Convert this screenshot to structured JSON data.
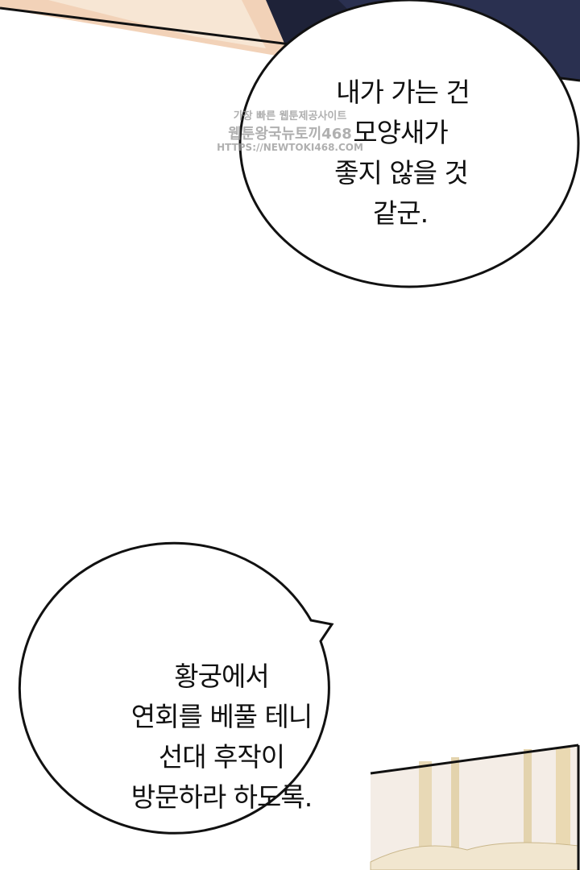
{
  "bubble_top": {
    "lines": [
      "내가 가는 건",
      "모양새가",
      "좋지 않을 것",
      "같군."
    ]
  },
  "bubble_bottom": {
    "lines": [
      "황궁에서",
      "연회를 베풀 테니",
      "선대 후작이",
      "방문하라 하도록."
    ]
  },
  "watermark": {
    "line1": "가장 빠른 웹툰제공사이트",
    "line2": "웹툰왕국뉴토끼468",
    "line3": "HTTPS://NEWTOKI468.COM"
  },
  "colors": {
    "navy": "#2a3050",
    "skin": "#f2d2b8",
    "cream": "#f3ead8",
    "outline": "#111111"
  }
}
